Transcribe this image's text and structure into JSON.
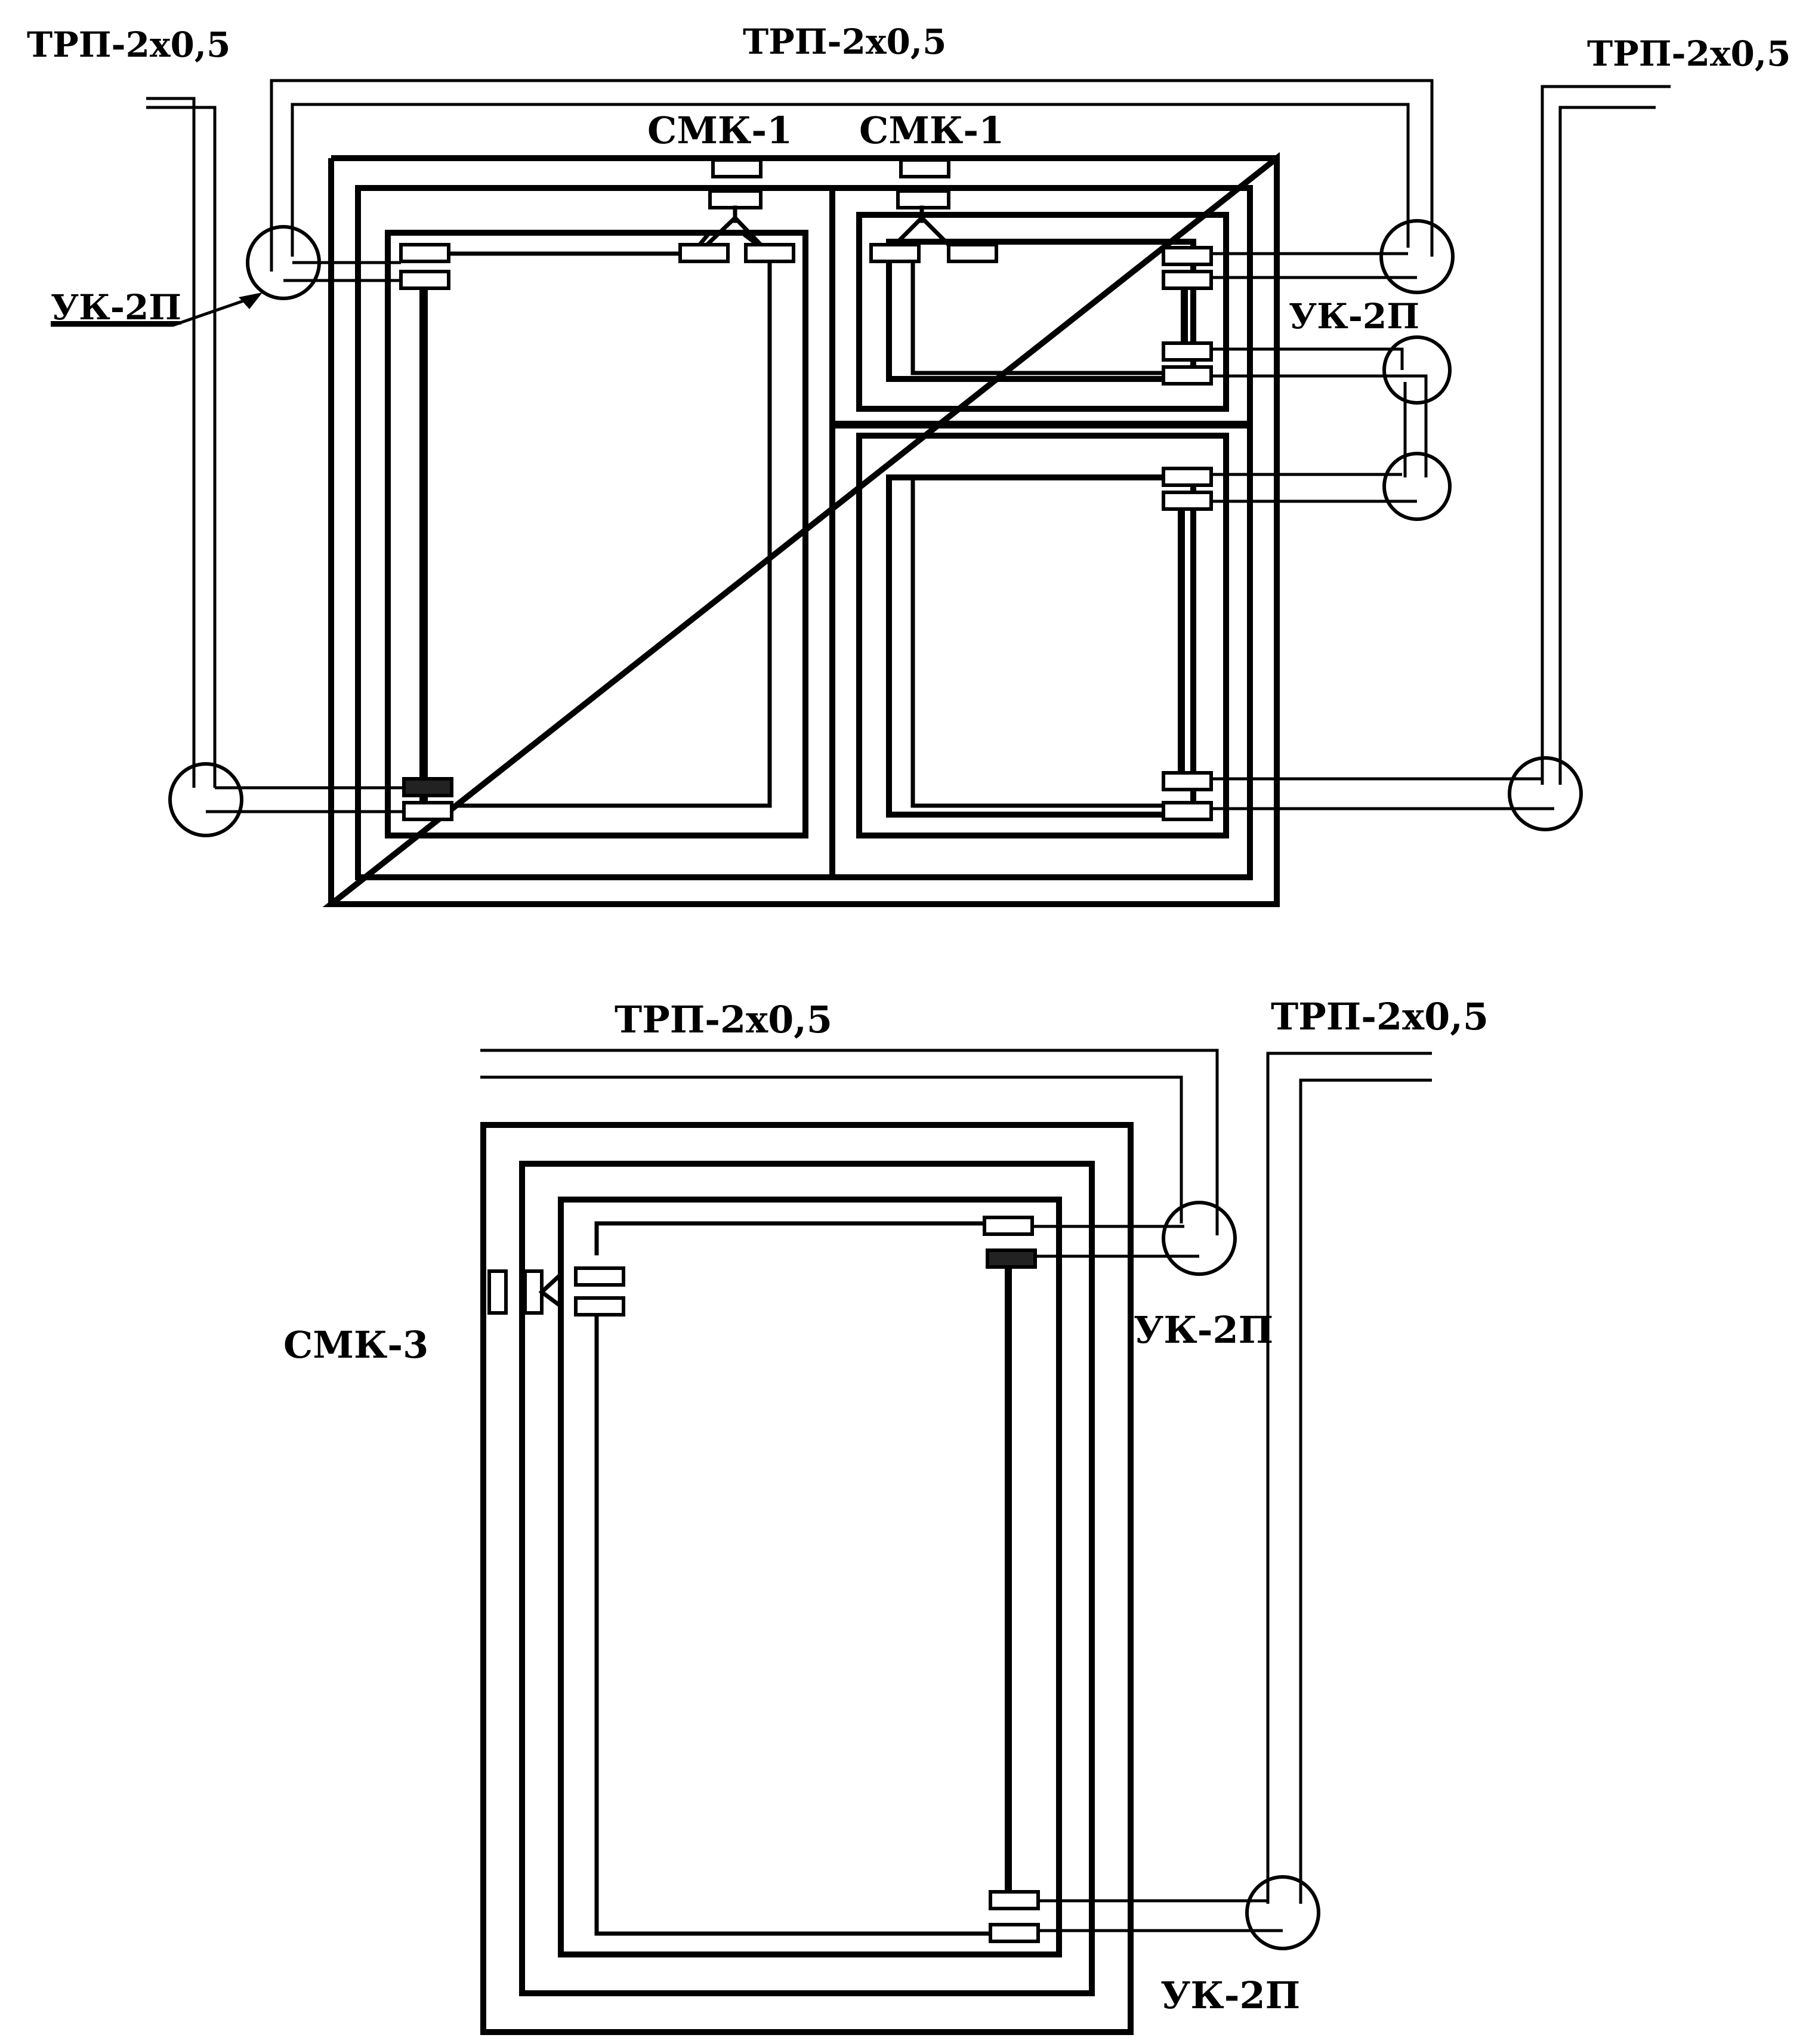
{
  "labels": {
    "cable_top_left": "ТРП-2х0,5",
    "cable_top_center": "ТРП-2х0,5",
    "cable_top_right": "ТРП-2х0,5",
    "cable_bottom_center": "ТРП-2х0,5",
    "cable_bottom_right": "ТРП-2х0,5",
    "sensor_top_left": "СМК-1",
    "sensor_top_right": "СМК-1",
    "sensor_bottom": "СМК-3",
    "box_top_left": "УК-2П",
    "box_top_right": "УК-2П",
    "box_bottom_mid": "УК-2П",
    "box_bottom_low": "УК-2П"
  },
  "colors": {
    "line": "#000000",
    "background": "#ffffff"
  }
}
